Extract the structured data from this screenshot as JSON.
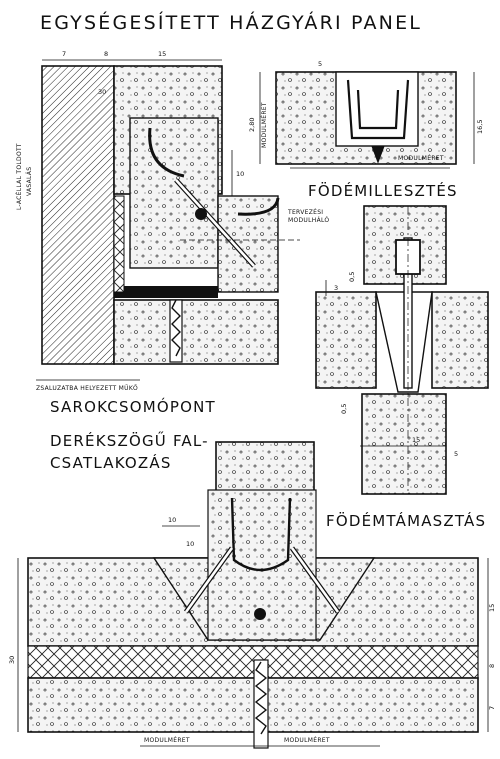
{
  "title": "EGYSÉGESÍTETT HÁZGYÁRI PANEL",
  "captions": {
    "corner_node": "SAROKCSOMÓPONT",
    "floor_joint": "FÖDÉMILLESZTÉS",
    "floor_support": "FÖDÉMTÁMASZTÁS",
    "right_angle_line1": "DERÉKSZÖGŰ FAL-",
    "right_angle_line2": "CSATLAKOZÁS"
  },
  "notes": {
    "angle_reinforcement_line1": "L-ACÉLLAL TOLDOTT",
    "angle_reinforcement_line2": "VASALÁS",
    "design_grid_line1": "TERVEZÉSI",
    "design_grid_line2": "MODULHÁLÓ",
    "formwork_part": "ZSALUZATBA HELYEZETT MŰKŐ",
    "module_size": "MODULMÉRET",
    "module_size_2": "MODULMÉRET"
  },
  "dimensions": {
    "corner_top": [
      "7",
      "8",
      "15"
    ],
    "corner_30": "30",
    "corner_10": "10",
    "floor_joint_280": "2,80",
    "floor_joint_5": "5",
    "floor_joint_165": "16,5",
    "support_3": "3",
    "support_05": "0,5",
    "support_05b": "0,5",
    "support_15": "15",
    "support_5": "5",
    "junction_10a": "10",
    "junction_10b": "10",
    "junction_30": "30",
    "junction_15": "15",
    "junction_8": "8",
    "junction_7": "7"
  }
}
